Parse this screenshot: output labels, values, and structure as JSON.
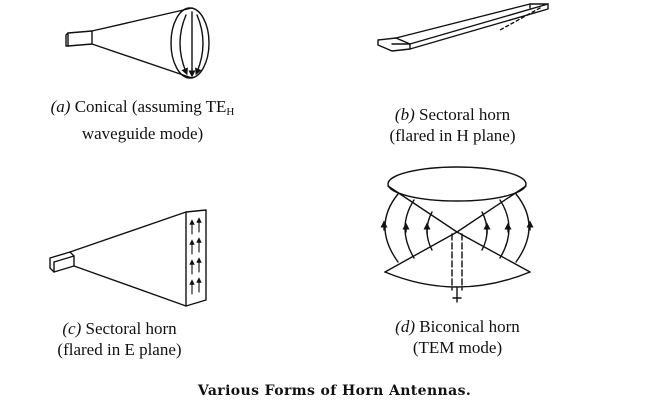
{
  "figure": {
    "title": "Various Forms of Horn Antennas."
  },
  "panels": [
    {
      "id": "a",
      "letter": "(a)",
      "line1": "Conical (assuming TE",
      "subscript": "H",
      "line2": "waveguide mode)"
    },
    {
      "id": "b",
      "letter": "(b)",
      "line1": "Sectoral horn",
      "line2": "(flared in H plane)"
    },
    {
      "id": "c",
      "letter": "(c)",
      "line1": "Sectoral horn",
      "line2": "(flared in E plane)"
    },
    {
      "id": "d",
      "letter": "(d)",
      "line1": "Biconical horn",
      "line2": "(TEM mode)"
    }
  ],
  "colors": {
    "ink": "#111111",
    "paper": "#ffffff"
  }
}
